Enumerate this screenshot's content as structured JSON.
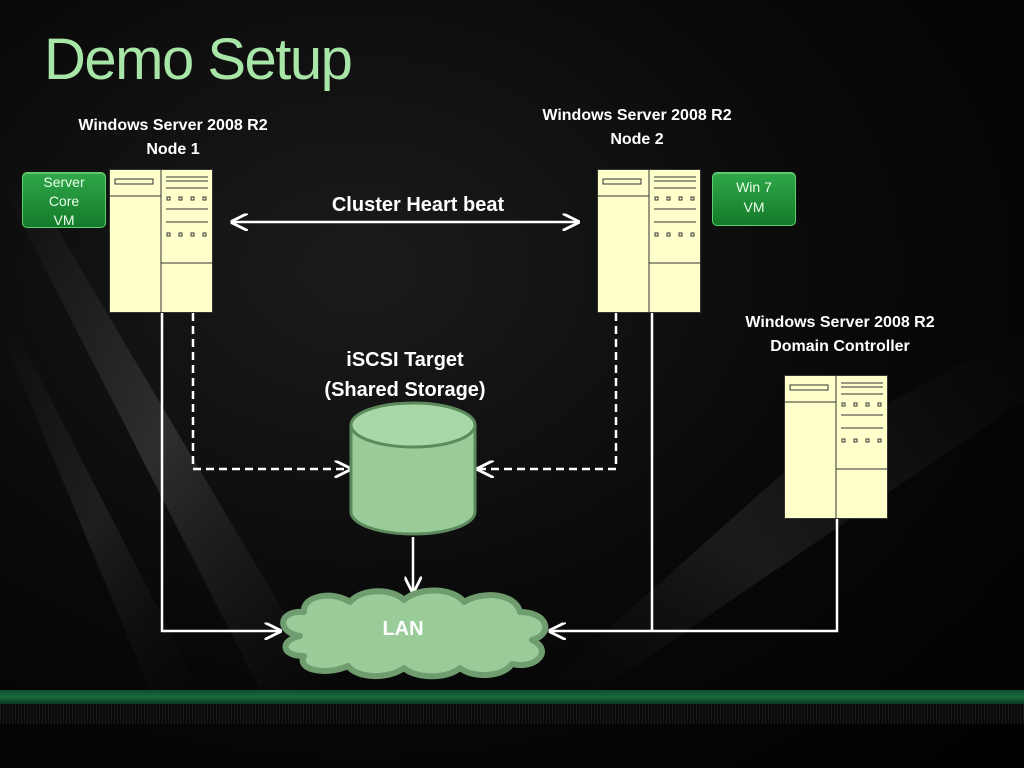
{
  "title": "Demo Setup",
  "node1": {
    "line1": "Windows Server 2008 R2",
    "line2": "Node 1"
  },
  "node2": {
    "line1": "Windows Server 2008 R2",
    "line2": "Node 2"
  },
  "dc": {
    "line1": "Windows Server 2008 R2",
    "line2": "Domain Controller"
  },
  "vm1": {
    "line1": "Server",
    "line2": "Core",
    "line3": "VM"
  },
  "vm2": {
    "line1": "Win 7",
    "line2": "VM"
  },
  "heartbeat": "Cluster Heart beat",
  "storage": {
    "line1": "iSCSI Target",
    "line2": "(Shared Storage)"
  },
  "lan": "LAN",
  "colors": {
    "title": "#a8e6a8",
    "server_fill": "#ffffcc",
    "storage_fill": "#99cc99",
    "vm_fill": "#2e9e45",
    "connector": "#ffffff",
    "band": "#1a6a3e"
  }
}
